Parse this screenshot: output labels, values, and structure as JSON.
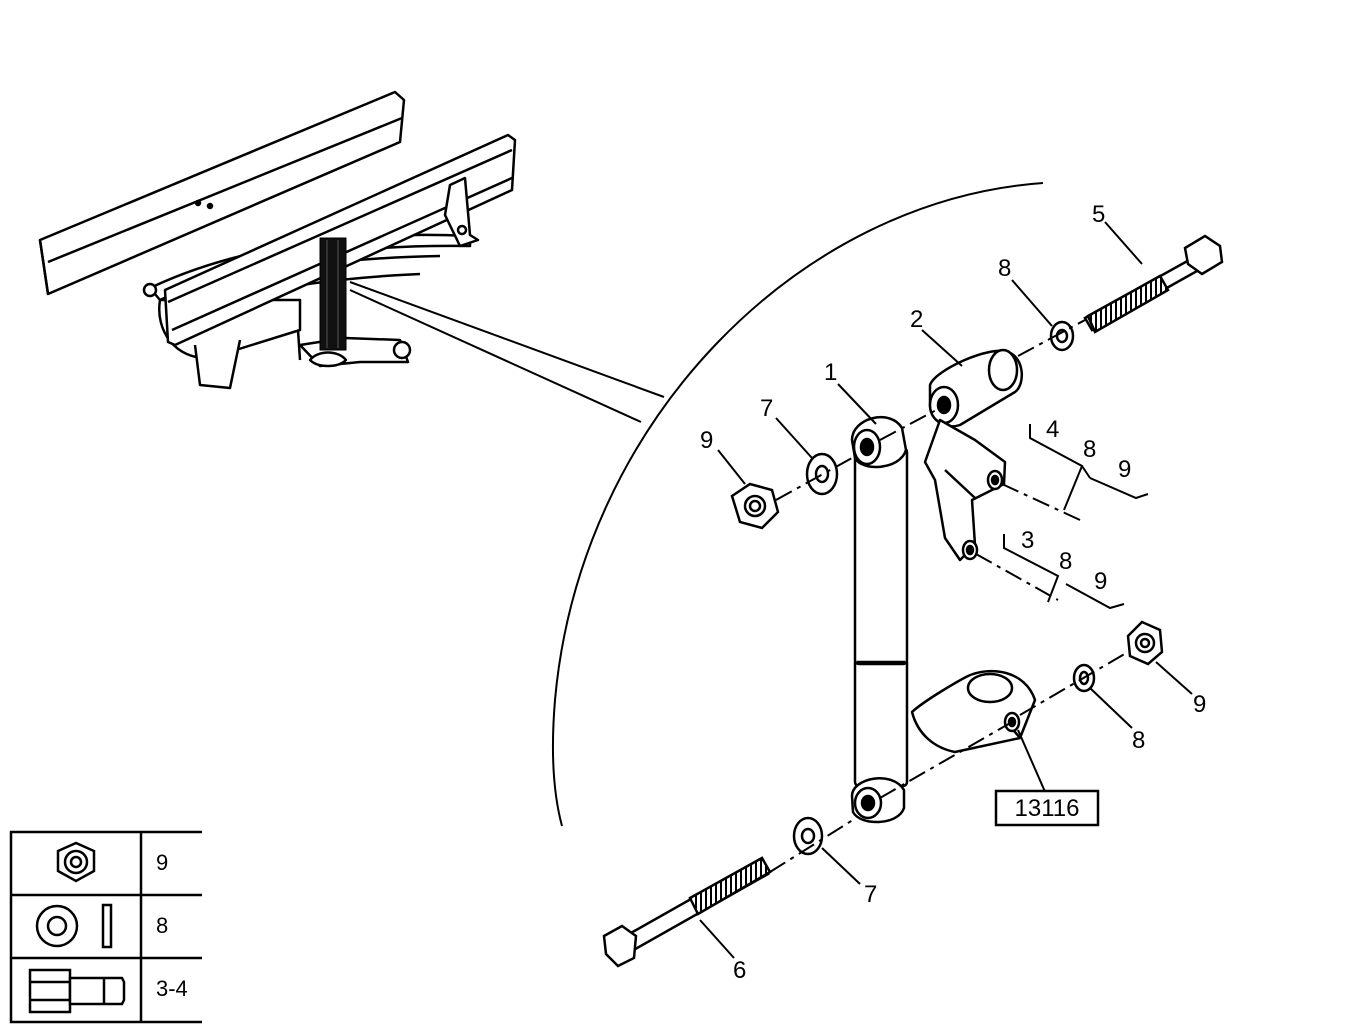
{
  "callouts": {
    "c1": "1",
    "c2": "2",
    "c3": "3",
    "c4": "4",
    "c5": "5",
    "c6": "6",
    "c7_top": "7",
    "c7_bottom": "7",
    "c8_top": "8",
    "c8_mid1": "8",
    "c8_mid2": "8",
    "c8_bottom": "8",
    "c9_left": "9",
    "c9_mid1": "9",
    "c9_mid2": "9",
    "c9_right": "9"
  },
  "reference_box": "13116",
  "legend": {
    "rows": [
      {
        "icon": "hex-nut-icon",
        "label": "9"
      },
      {
        "icon": "washer-icon",
        "label": "8"
      },
      {
        "icon": "bolt-icon",
        "label": "3-4"
      }
    ]
  },
  "colors": {
    "ink": "#000000",
    "background": "#ffffff",
    "bumper_fill": "#111111"
  }
}
